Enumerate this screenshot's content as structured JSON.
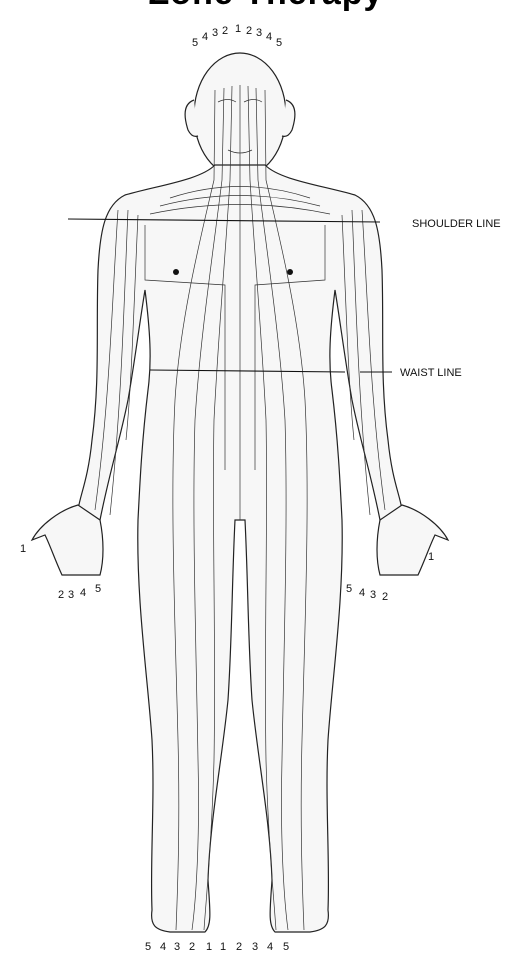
{
  "title": "Zone Therapy",
  "labels": {
    "shoulder": "SHOULDER LINE",
    "waist": "WAIST LINE"
  },
  "head_numbers": [
    "5",
    "4",
    "3",
    "2",
    "1",
    "2",
    "3",
    "4",
    "5"
  ],
  "left_hand_numbers": {
    "thumb": "1",
    "fingers": [
      "2",
      "3",
      "4",
      "5"
    ]
  },
  "right_hand_numbers": {
    "thumb": "1",
    "fingers": [
      "5",
      "4",
      "3",
      "2"
    ]
  },
  "feet_numbers": [
    "5",
    "4",
    "3",
    "2",
    "1",
    "1",
    "2",
    "3",
    "4",
    "5"
  ],
  "colors": {
    "line": "#222222",
    "fill": "#f7f7f7"
  }
}
